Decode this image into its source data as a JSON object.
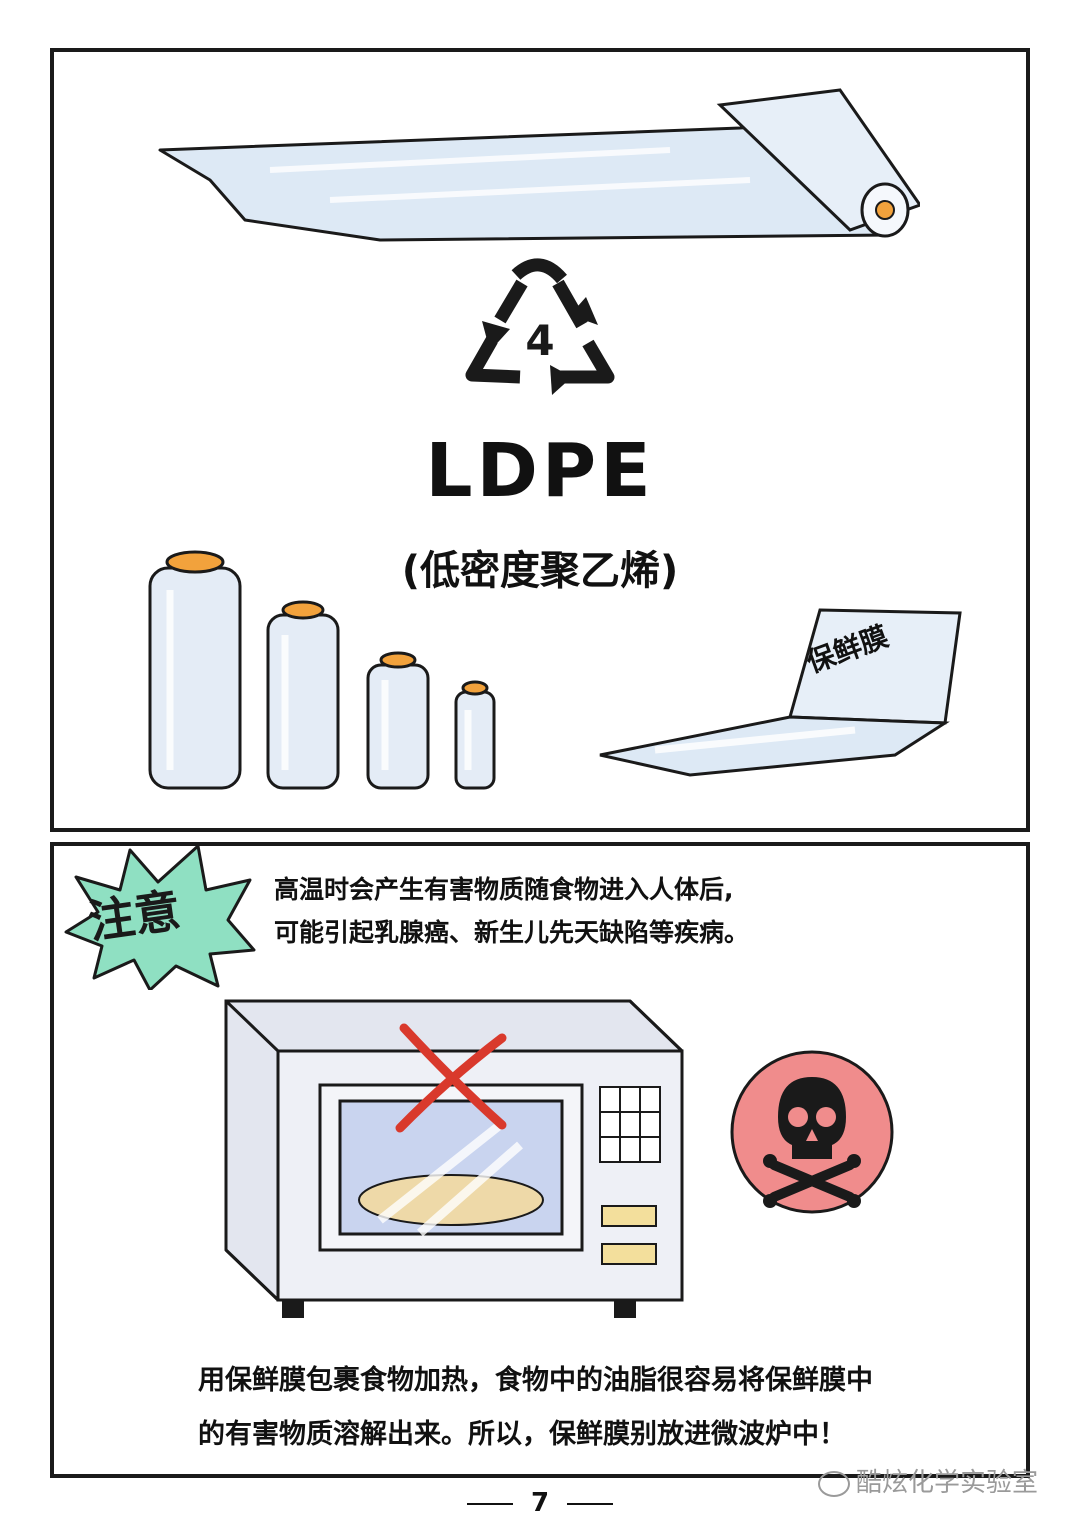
{
  "recycle": {
    "number": "4",
    "code": "LDPE",
    "material_name": "(低密度聚乙烯)"
  },
  "product_bag_label": "保鲜膜",
  "warning": {
    "badge": "注意",
    "lines": [
      "高温时会产生有害物质随食物进入人体后,",
      "可能引起乳腺癌、新生儿先天缺陷等疾病。"
    ]
  },
  "conclusion": {
    "lines": [
      "用保鲜膜包裹食物加热，食物中的油脂很容易将保鲜膜中",
      "的有害物质溶解出来。所以，保鲜膜别放进微波炉中！"
    ]
  },
  "page_number": "7",
  "watermark": "酷炫化学实验室",
  "colors": {
    "film": "#dde9f5",
    "cap": "#f2a23c",
    "badge": "#8fe0c2",
    "danger_circle": "#f08c8c",
    "cross": "#d9392c",
    "outline": "#1a1a1a"
  },
  "icons": [
    "film-roll-icon",
    "recycle-4-icon",
    "wrap-roll-icon",
    "wrap-bag-icon",
    "attention-burst-icon",
    "microwave-icon",
    "cross-mark-icon",
    "skull-crossbones-icon"
  ]
}
